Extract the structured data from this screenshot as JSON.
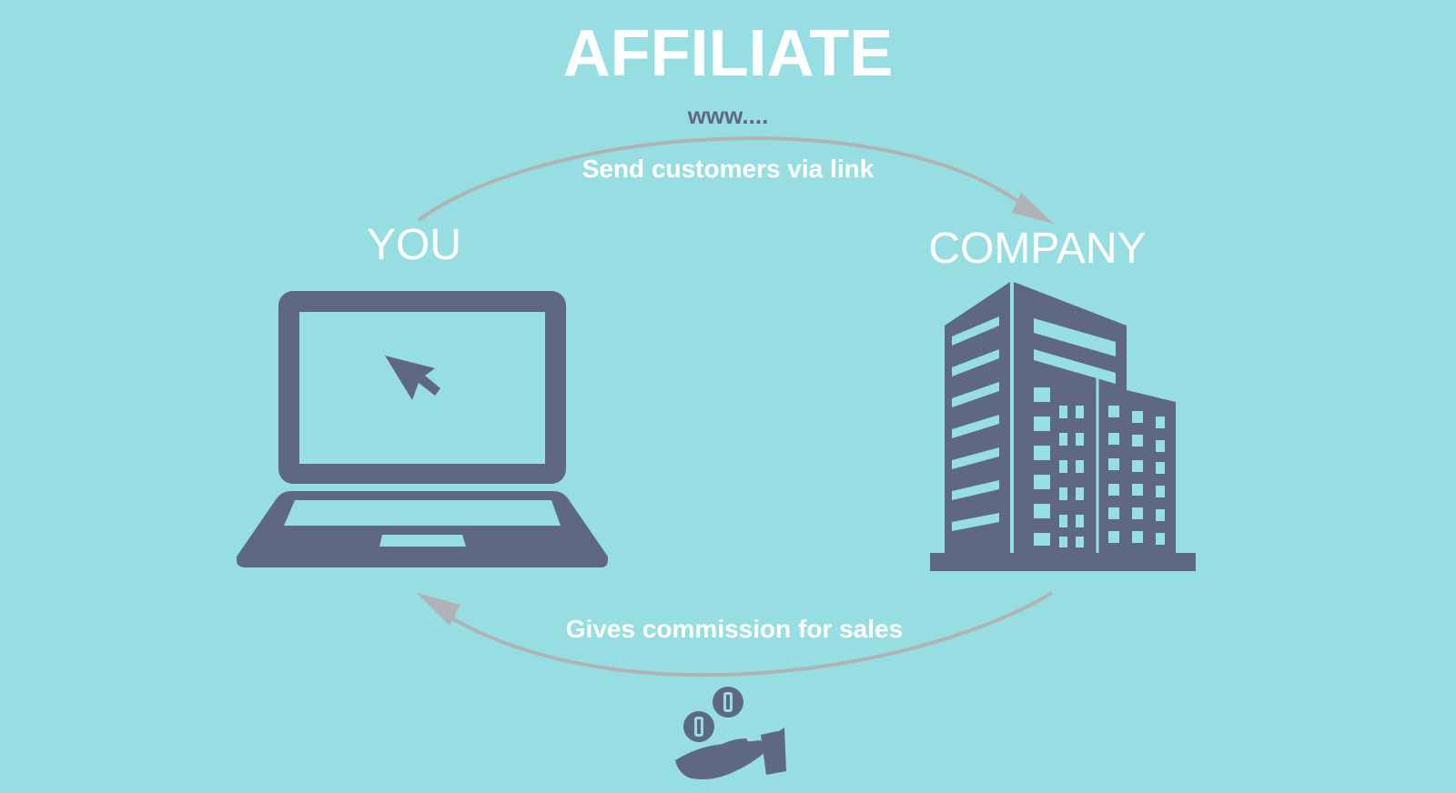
{
  "title": "AFFILIATE",
  "url_text": "www....",
  "top_arrow_label": "Send customers via link",
  "bottom_arrow_label": "Gives commission for sales",
  "left_node_label": "YOU",
  "right_node_label": "COMPANY",
  "icons": {
    "left": "laptop-icon",
    "left_detail": "cursor-icon",
    "right": "building-icon",
    "bottom": "hand-coins-icon"
  },
  "colors": {
    "background": "#97dee2",
    "icon": "#5f6882",
    "arrow": "#b0b3b5",
    "text": "#ffffff"
  }
}
